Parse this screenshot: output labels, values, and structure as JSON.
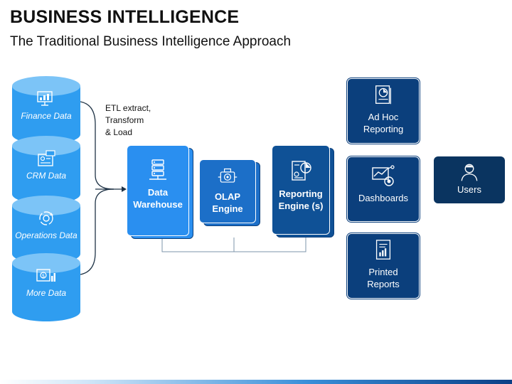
{
  "header": {
    "title": "BUSINESS INTELLIGENCE",
    "subtitle": "The Traditional Business Intelligence Approach"
  },
  "sources": [
    {
      "label": "Finance Data",
      "icon": "finance-chart-icon"
    },
    {
      "label": "CRM Data",
      "icon": "crm-icon"
    },
    {
      "label": "Operations Data",
      "icon": "operations-cycle-icon"
    },
    {
      "label": "More Data",
      "icon": "more-data-icon"
    }
  ],
  "etl": {
    "lines": [
      "ETL extract,",
      "Transform",
      "& Load"
    ]
  },
  "pipeline": {
    "warehouse": {
      "line1": "Data",
      "line2": "Warehouse",
      "icon": "data-warehouse-icon"
    },
    "olap": {
      "line1": "OLAP",
      "line2": "Engine",
      "icon": "engine-gear-icon"
    },
    "reporting": {
      "line1": "Reporting",
      "line2": "Engine (s)",
      "icon": "report-document-icon"
    }
  },
  "outputs": {
    "adhoc": {
      "line1": "Ad Hoc",
      "line2": "Reporting",
      "icon": "pie-chart-document-icon"
    },
    "dashboards": {
      "line1": "Dashboards",
      "icon": "dashboard-icon"
    },
    "printed": {
      "line1": "Printed",
      "line2": "Reports",
      "icon": "printed-report-icon"
    },
    "users": {
      "line1": "Users",
      "icon": "user-icon"
    }
  },
  "colors": {
    "cylinder": "#2f9df0",
    "cylinder_top": "#7cc4f7",
    "warehouse": "#2a8ff0",
    "olap": "#1c6fc8",
    "reporting": "#0f5196",
    "outputs": "#0b3f7c",
    "users": "#0a3460",
    "connector": "#1f3346"
  }
}
